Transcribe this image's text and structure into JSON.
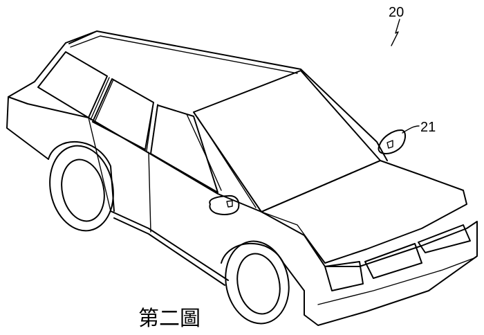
{
  "figure": {
    "caption": "第二圖",
    "ref_assembly": "20",
    "ref_mirror": "21"
  }
}
